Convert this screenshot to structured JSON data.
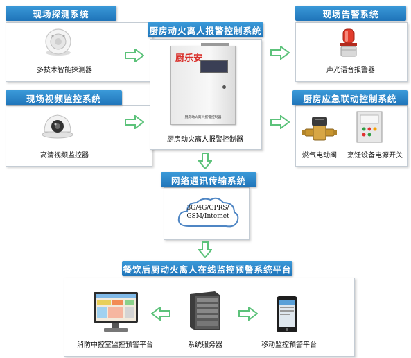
{
  "onsite_detection": {
    "title": "现场探测系统",
    "device": "多技术智能探测器"
  },
  "onsite_video": {
    "title": "现场视频监控系统",
    "device": "高清视频监控器"
  },
  "controller_system": {
    "title": "厨房动火离人报警控制系统",
    "device": "厨房动火离人报警控制器",
    "brand": "厨乐安",
    "panel_caption": "厨房动火离人报警控制器"
  },
  "onsite_alarm": {
    "title": "现场告警系统",
    "device": "声光语音报警器"
  },
  "emergency_control": {
    "title": "厨房应急联动控制系统",
    "device_left": "燃气电动阀",
    "device_right": "烹饪设备电源开关"
  },
  "network": {
    "title": "网络通讯传输系统",
    "cloud_line1": "3G/4G/GPRS/",
    "cloud_line2": "GSM/Intemet"
  },
  "platform": {
    "title": "餐饮后厨动火离人在线监控预警系统平台",
    "left": "消防中控室监控预警平台",
    "center": "系统服务器",
    "right": "移动监控预警平台"
  },
  "colors": {
    "header_blue": "#2a86c9",
    "arrow_green": "#5cc27a",
    "brand_red": "#d9302b"
  }
}
